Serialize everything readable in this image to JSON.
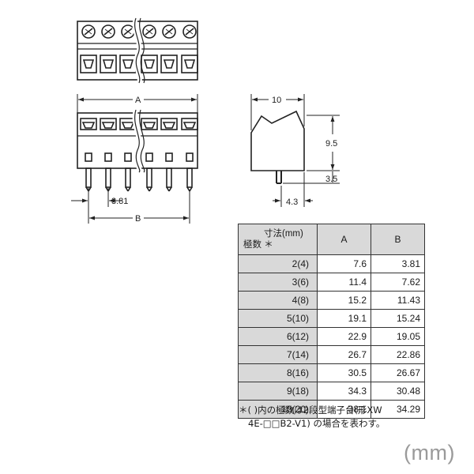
{
  "dimensions": {
    "a_label": "A",
    "b_label": "B",
    "pitch": "3.81",
    "side_width": "10",
    "side_height": "9.5",
    "pin_length": "3.5",
    "pin_offset": "4.3"
  },
  "table": {
    "header_line1": "寸法(mm)",
    "header_line2": "極数 ＊",
    "col_a": "A",
    "col_b": "B",
    "rows": [
      {
        "poles": "2(4)",
        "a": "7.6",
        "b": "3.81"
      },
      {
        "poles": "3(6)",
        "a": "11.4",
        "b": "7.62"
      },
      {
        "poles": "4(8)",
        "a": "15.2",
        "b": "11.43"
      },
      {
        "poles": "5(10)",
        "a": "19.1",
        "b": "15.24"
      },
      {
        "poles": "6(12)",
        "a": "22.9",
        "b": "19.05"
      },
      {
        "poles": "7(14)",
        "a": "26.7",
        "b": "22.86"
      },
      {
        "poles": "8(16)",
        "a": "30.5",
        "b": "26.67"
      },
      {
        "poles": "9(18)",
        "a": "34.3",
        "b": "30.48"
      },
      {
        "poles": "10(20)",
        "a": "38.1",
        "b": "34.29"
      }
    ]
  },
  "footnote": {
    "line1": "＊(  )内の極数は2段型端子台(形XW",
    "line2": "4E-□□B2-V1) の場合を表わす。"
  },
  "unit": "(mm)"
}
